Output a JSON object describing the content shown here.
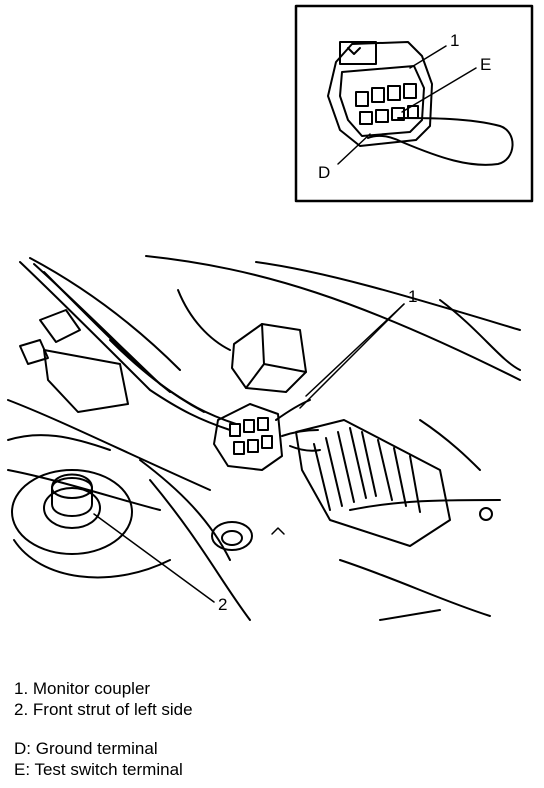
{
  "inset": {
    "label_1": "1",
    "label_e": "E",
    "label_d": "D"
  },
  "main": {
    "label_1": "1",
    "label_2": "2"
  },
  "legend": {
    "items": [
      "1. Monitor coupler",
      "2. Front strut of left side"
    ],
    "terminals": [
      "D: Ground terminal",
      "E: Test switch terminal"
    ]
  }
}
